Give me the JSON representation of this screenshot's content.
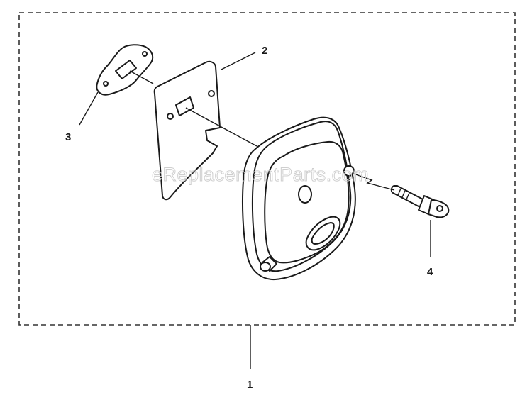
{
  "watermark": "eReplacementParts.com",
  "callouts": {
    "kit": "1",
    "gasket": "2",
    "muffler_cover_gasket": "3",
    "bolt": "4"
  },
  "colors": {
    "line": "#1a1a1a",
    "watermark": "#cfcfcf",
    "background": "#ffffff"
  }
}
